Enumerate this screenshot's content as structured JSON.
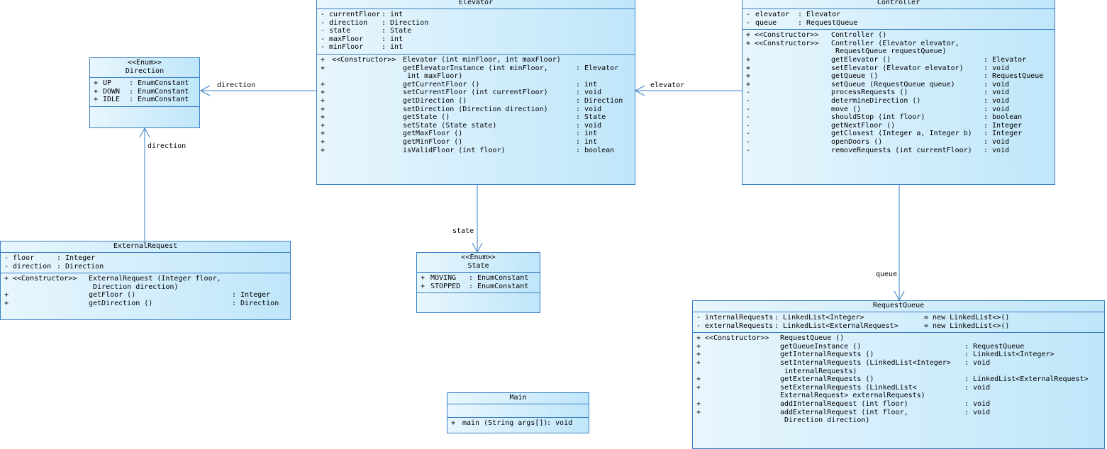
{
  "colors": {
    "border": "#3a7fc4",
    "fill_start": "#e8f6fd",
    "fill_end": "#bfe6fa",
    "line": "#3a7fc4"
  },
  "elevator": {
    "name": "Elevator",
    "attributes": [
      {
        "vis": "-",
        "name": "currentFloor",
        "type": ": int"
      },
      {
        "vis": "-",
        "name": "direction",
        "type": ": Direction"
      },
      {
        "vis": "-",
        "name": "state",
        "type": ": State"
      },
      {
        "vis": "-",
        "name": "maxFloor",
        "type": ": int"
      },
      {
        "vis": "-",
        "name": "minFloor",
        "type": ": int"
      }
    ],
    "methods": [
      {
        "vis": "+",
        "stereo": "<<Constructor>>",
        "sig": "Elevator (int minFloor, int maxFloor)",
        "ret": ""
      },
      {
        "vis": "+",
        "stereo": "",
        "sig": "getElevatorInstance (int minFloor,",
        "ret": ": Elevator"
      },
      {
        "vis": "",
        "stereo": "",
        "sig": " int maxFloor)",
        "ret": ""
      },
      {
        "vis": "+",
        "stereo": "",
        "sig": "getCurrentFloor ()",
        "ret": ": int"
      },
      {
        "vis": "+",
        "stereo": "",
        "sig": "setCurrentFloor (int currentFloor)",
        "ret": ": void"
      },
      {
        "vis": "+",
        "stereo": "",
        "sig": "getDirection ()",
        "ret": ": Direction"
      },
      {
        "vis": "+",
        "stereo": "",
        "sig": "setDirection (Direction direction)",
        "ret": ": void"
      },
      {
        "vis": "+",
        "stereo": "",
        "sig": "getState ()",
        "ret": ": State"
      },
      {
        "vis": "+",
        "stereo": "",
        "sig": "setState (State state)",
        "ret": ": void"
      },
      {
        "vis": "+",
        "stereo": "",
        "sig": "getMaxFloor ()",
        "ret": ": int"
      },
      {
        "vis": "+",
        "stereo": "",
        "sig": "getMinFloor ()",
        "ret": ": int"
      },
      {
        "vis": "+",
        "stereo": "",
        "sig": "isValidFloor (int floor)",
        "ret": ": boolean"
      }
    ]
  },
  "controller": {
    "name": "Controller",
    "attributes": [
      {
        "vis": "-",
        "name": "elevator",
        "type": ": Elevator"
      },
      {
        "vis": "-",
        "name": "queue",
        "type": ": RequestQueue"
      }
    ],
    "methods": [
      {
        "vis": "+",
        "stereo": "<<Constructor>>",
        "sig": "Controller ()",
        "ret": ""
      },
      {
        "vis": "+",
        "stereo": "<<Constructor>>",
        "sig": "Controller (Elevator elevator,",
        "ret": ""
      },
      {
        "vis": "",
        "stereo": "",
        "sig": " RequestQueue requestQueue)",
        "ret": ""
      },
      {
        "vis": "+",
        "stereo": "",
        "sig": "getElevator ()",
        "ret": ": Elevator"
      },
      {
        "vis": "+",
        "stereo": "",
        "sig": "setElevator (Elevator elevator)",
        "ret": ": void"
      },
      {
        "vis": "+",
        "stereo": "",
        "sig": "getQueue ()",
        "ret": ": RequestQueue"
      },
      {
        "vis": "+",
        "stereo": "",
        "sig": "setQueue (RequestQueue queue)",
        "ret": ": void"
      },
      {
        "vis": "-",
        "stereo": "",
        "sig": "processRequests ()",
        "ret": ": void"
      },
      {
        "vis": "-",
        "stereo": "",
        "sig": "determineDirection ()",
        "ret": ": void"
      },
      {
        "vis": "-",
        "stereo": "",
        "sig": "move ()",
        "ret": ": void"
      },
      {
        "vis": "-",
        "stereo": "",
        "sig": "shouldStop (int floor)",
        "ret": ": boolean"
      },
      {
        "vis": "-",
        "stereo": "",
        "sig": "getNextFloor ()",
        "ret": ": Integer"
      },
      {
        "vis": "-",
        "stereo": "",
        "sig": "getClosest (Integer a, Integer b)",
        "ret": ": Integer"
      },
      {
        "vis": "-",
        "stereo": "",
        "sig": "openDoors ()",
        "ret": ": void"
      },
      {
        "vis": "-",
        "stereo": "",
        "sig": "removeRequests (int currentFloor)",
        "ret": ": void"
      }
    ]
  },
  "direction": {
    "stereotype": "<<Enum>>",
    "name": "Direction",
    "attributes": [
      {
        "vis": "+",
        "name": "UP",
        "type": ": EnumConstant"
      },
      {
        "vis": "+",
        "name": "DOWN",
        "type": ": EnumConstant"
      },
      {
        "vis": "+",
        "name": "IDLE",
        "type": ": EnumConstant"
      }
    ]
  },
  "state": {
    "stereotype": "<<Enum>>",
    "name": "State",
    "attributes": [
      {
        "vis": "+",
        "name": "MOVING",
        "type": ": EnumConstant"
      },
      {
        "vis": "+",
        "name": "STOPPED",
        "type": ": EnumConstant"
      }
    ]
  },
  "external": {
    "name": "ExternalRequest",
    "attributes": [
      {
        "vis": "-",
        "name": "floor",
        "type": ": Integer"
      },
      {
        "vis": "-",
        "name": "direction",
        "type": ": Direction"
      }
    ],
    "methods": [
      {
        "vis": "+",
        "stereo": "<<Constructor>>",
        "sig": "ExternalRequest (Integer floor,",
        "ret": ""
      },
      {
        "vis": "",
        "stereo": "",
        "sig": " Direction direction)",
        "ret": ""
      },
      {
        "vis": "+",
        "stereo": "",
        "sig": "getFloor ()",
        "ret": ": Integer"
      },
      {
        "vis": "+",
        "stereo": "",
        "sig": "getDirection ()",
        "ret": ": Direction"
      }
    ]
  },
  "requestqueue": {
    "name": "RequestQueue",
    "attributes": [
      {
        "vis": "-",
        "name": "internalRequests",
        "type": ": LinkedList<Integer>",
        "init": "= new LinkedList<>()"
      },
      {
        "vis": "-",
        "name": "externalRequests",
        "type": ": LinkedList<ExternalRequest>",
        "init": "= new LinkedList<>()"
      }
    ],
    "methods": [
      {
        "vis": "+",
        "stereo": "<<Constructor>>",
        "sig": "RequestQueue ()",
        "ret": ""
      },
      {
        "vis": "+",
        "stereo": "",
        "sig": "getQueueInstance ()",
        "ret": ": RequestQueue"
      },
      {
        "vis": "+",
        "stereo": "",
        "sig": "getInternalRequests ()",
        "ret": ": LinkedList<Integer>"
      },
      {
        "vis": "+",
        "stereo": "",
        "sig": "setInternalRequests (LinkedList<Integer>",
        "ret": ": void"
      },
      {
        "vis": "",
        "stereo": "",
        "sig": " internalRequests)",
        "ret": ""
      },
      {
        "vis": "+",
        "stereo": "",
        "sig": "getExternalRequests ()",
        "ret": ": LinkedList<ExternalRequest>"
      },
      {
        "vis": "+",
        "stereo": "",
        "sig": "setExternalRequests (LinkedList<",
        "ret": ": void"
      },
      {
        "vis": "",
        "stereo": "",
        "sig": "ExternalRequest> externalRequests)",
        "ret": ""
      },
      {
        "vis": "+",
        "stereo": "",
        "sig": "addInternalRequest (int floor)",
        "ret": ": void"
      },
      {
        "vis": "+",
        "stereo": "",
        "sig": "addExternalRequest (int floor,",
        "ret": ": void"
      },
      {
        "vis": "",
        "stereo": "",
        "sig": " Direction direction)",
        "ret": ""
      }
    ]
  },
  "main": {
    "name": "Main",
    "methods": [
      {
        "vis": "+",
        "stereo": "",
        "sig": "main (String args[])",
        "ret": ": void"
      }
    ]
  },
  "links": {
    "elevator_direction": "direction",
    "external_direction": "direction",
    "controller_elevator": "elevator",
    "elevator_state": "state",
    "controller_queue": "queue"
  }
}
